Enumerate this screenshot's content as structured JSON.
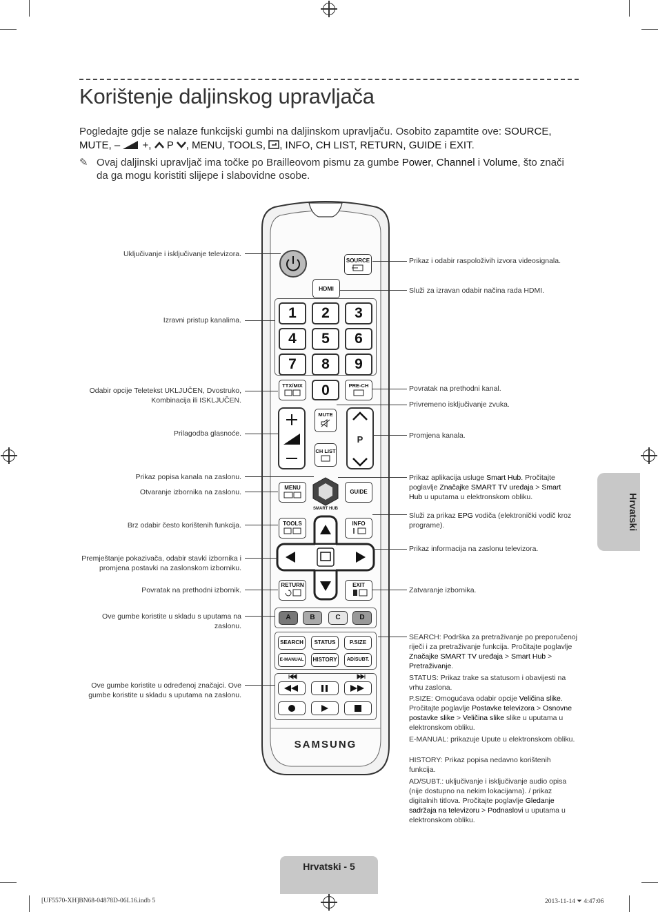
{
  "page": {
    "title": "Korištenje daljinskog upravljača",
    "intro": {
      "text": "Pogledajte gdje se nalaze funkcijski gumbi na daljinskom upravljaču. Osobito zapamtite ove: ",
      "buttons_line1": "SOURCE,",
      "buttons_line2a": "MUTE, –",
      "buttons_line2b": "+,",
      "buttons_line2c": "P",
      "buttons_line2d": ", MENU, TOOLS,",
      "buttons_line2e": ", INFO, CH LIST, RETURN, GUIDE",
      "buttons_line2f": " i ",
      "buttons_line2g": "EXIT",
      "buttons_line2h": "."
    },
    "note": {
      "symbol": "✎",
      "text_a": "Ovaj daljinski upravljač ima točke po Brailleovom pismu za gumbe ",
      "power": "Power",
      "comma": ", ",
      "channel": "Channel",
      "and": " i ",
      "volume": "Volume",
      "text_b": ", što znači da ga mogu koristiti slijepe i slabovidne osobe."
    },
    "side_tab": "Hrvatski",
    "footer": "Hrvatski - 5",
    "slug_left": "[UF5570-XH]BN68-04878D-06L16.indb   5",
    "slug_right": "2013-11-14   ⏷ 4:47:06"
  },
  "left_labels": [
    "Uključivanje i isključivanje televizora.",
    "Izravni pristup kanalima.",
    "Odabir opcije Teletekst UKLJUČEN, Dvostruko, Kombinacija ili ISKLJUČEN.",
    "Prilagodba glasnoće.",
    "Prikaz popisa kanala na zaslonu.",
    "Otvaranje izbornika na zaslonu.",
    "Brz odabir često korištenih funkcija.",
    "Premještanje pokazivača, odabir stavki izbornika i promjena postavki na zaslonskom izborniku.",
    "Povratak na prethodni izbornik.",
    "Ove gumbe koristite u skladu s uputama na zaslonu.",
    "Ove gumbe koristite u određenoj značajci. Ove gumbe koristite u skladu s uputama na zaslonu."
  ],
  "right_labels": {
    "source": "Prikaz i odabir raspoloživih izvora videosignala.",
    "hdmi": "Služi za izravan odabir načina rada HDMI.",
    "prech": "Povratak na prethodni kanal.",
    "mute": "Privremeno isključivanje zvuka.",
    "channel": "Promjena kanala.",
    "smarthub_a": "Prikaz aplikacija usluge ",
    "smarthub_b": "Smart Hub",
    "smarthub_c": ". Pročitajte poglavlje ",
    "smarthub_d": "Značajke SMART TV uređaja",
    "smarthub_e": " > ",
    "smarthub_f": "Smart Hub",
    "smarthub_g": " u uputama u elektronskom obliku.",
    "guide_a": "Služi za prikaz ",
    "guide_b": "EPG",
    "guide_c": " vodiča (elektronički vodič kroz programe).",
    "info": "Prikaz informacija na zaslonu televizora.",
    "exit": "Zatvaranje izbornika.",
    "search_a": "SEARCH: ",
    "search_b": "Podrška za pretraživanje po preporučenoj riječi i za pretraživanje funkcija. Pročitajte poglavlje ",
    "search_c": "Značajke SMART TV uređaja",
    "search_d": " > ",
    "search_e": "Smart Hub",
    "search_f": " > ",
    "search_g": "Pretraživanje",
    "search_h": ".",
    "status_a": "STATUS: ",
    "status_b": "Prikaz trake sa statusom i obavijesti na vrhu zaslona.",
    "psize_a": "P.SIZE: ",
    "psize_b": "Omogućava odabir opcije ",
    "psize_c": "Veličina slike",
    "psize_d": ". Pročitajte poglavlje ",
    "psize_e": "Postavke televizora",
    "psize_f": " > ",
    "psize_g": "Osnovne postavke slike",
    "psize_h": " > ",
    "psize_i": "Veličina slike",
    "psize_j": " slike u uputama u elektronskom obliku.",
    "emanual_a": "E-MANUAL: ",
    "emanual_b": "prikazuje Upute u elektronskom obliku.",
    "history_a": "HISTORY: ",
    "history_b": "Prikaz popisa nedavno korištenih funkcija.",
    "adsubt_a": "AD/SUBT.: ",
    "adsubt_b": "uključivanje i isključivanje audio opisa (nije dostupno na nekim lokacijama). / prikaz digitalnih titlova. Pročitajte poglavlje ",
    "adsubt_c": "Gledanje sadržaja na televizoru",
    "adsubt_d": " > ",
    "adsubt_e": "Podnaslovi",
    "adsubt_f": " u uputama u elektronskom obliku."
  },
  "remote": {
    "source": "SOURCE",
    "hdmi": "HDMI",
    "digits": [
      "1",
      "2",
      "3",
      "4",
      "5",
      "6",
      "7",
      "8",
      "9"
    ],
    "ttx": "TTX/MIX",
    "zero": "0",
    "prech": "PRE-CH",
    "mute": "MUTE",
    "chlist": "CH LIST",
    "p": "P",
    "menu": "MENU",
    "smarthub": "SMART HUB",
    "guide": "GUIDE",
    "tools": "TOOLS",
    "info": "INFO",
    "return": "RETURN",
    "exit": "EXIT",
    "color_keys": [
      "A",
      "B",
      "C",
      "D"
    ],
    "color_key_colors": [
      "#b44",
      "#6a6",
      "#cc4",
      "#46a"
    ],
    "row1": [
      "SEARCH",
      "STATUS",
      "P.SIZE"
    ],
    "row2": [
      "E-MANUAL",
      "HISTORY",
      "AD/SUBT."
    ],
    "brand": "SAMSUNG"
  }
}
